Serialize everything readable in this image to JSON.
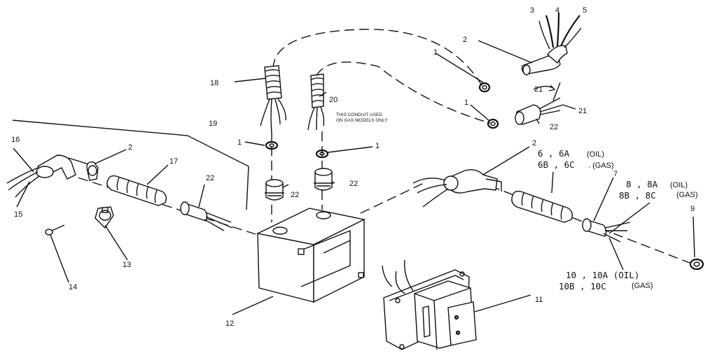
{
  "callouts": {
    "c1a": "1",
    "c1b": "1",
    "c1c": "1",
    "c1d": "1",
    "c2a": "2",
    "c2b": "2",
    "c2c": "2",
    "c3": "3",
    "c4": "4",
    "c5": "5",
    "c6": "6 , 6A",
    "c6oil": "(OIL)",
    "c6b": "6B , 6C",
    "c6gas": ". (GAS)",
    "c7": "7",
    "c8": "8 , 8A",
    "c8oil": "(OIL)",
    "c8b": "8B , 8C",
    "c8gas": "(GAS)",
    "c9": "9",
    "c10": "10 , 10A (OIL)",
    "c10b": "10B , 10C",
    "c10gas": "(GAS)",
    "c11": "11",
    "c12": "12",
    "c13": "13",
    "c14": "14",
    "c15": "15",
    "c16": "16",
    "c17": "17",
    "c18": "18",
    "c19": "19",
    "c20": "20",
    "c21a": "21",
    "c21b": "21",
    "c22a": "22",
    "c22b": "22",
    "c22c": "22",
    "c22d": "22"
  },
  "note": {
    "line1": "THIS CONDUIT USED",
    "line2": "ON GAS MODELS ONLY"
  }
}
